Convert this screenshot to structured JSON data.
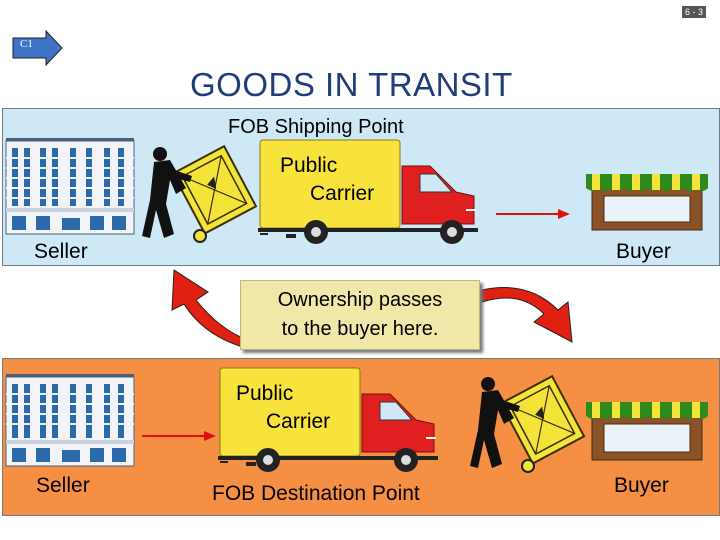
{
  "page_number": "6 - 3",
  "marker": "C1",
  "title": "GOODS IN TRANSIT",
  "top": {
    "heading": "FOB Shipping Point",
    "carrier_line1": "Public",
    "carrier_line2": "Carrier",
    "seller": "Seller",
    "buyer": "Buyer"
  },
  "callout": {
    "line1": "Ownership passes",
    "line2": "to the buyer here."
  },
  "bottom": {
    "carrier_line1": "Public",
    "carrier_line2": "Carrier",
    "seller": "Seller",
    "heading": "FOB Destination Point",
    "buyer": "Buyer"
  },
  "colors": {
    "title": "#1f3d7a",
    "top_panel": "#cfe8f6",
    "bottom_panel": "#f48f44",
    "truck_cargo": "#f7e33c",
    "truck_cab": "#e02020",
    "curved_arrow": "#e02010",
    "callout_bg": "#f0e8a8"
  },
  "icons": [
    "building-icon",
    "mover-icon",
    "truck-icon",
    "store-icon",
    "arrow-right-icon",
    "curved-arrow-icon"
  ]
}
